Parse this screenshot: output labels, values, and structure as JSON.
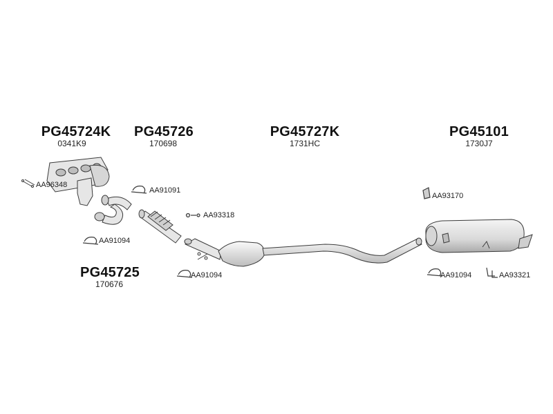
{
  "assemblies": [
    {
      "code": "PG45724K",
      "ref": "0341K9"
    },
    {
      "code": "PG45726",
      "ref": "170698"
    },
    {
      "code": "PG45727K",
      "ref": "1731HC"
    },
    {
      "code": "PG45101",
      "ref": "1730J7"
    },
    {
      "code": "PG45725",
      "ref": "170676"
    }
  ],
  "hardware": [
    {
      "code": "AA96348"
    },
    {
      "code": "AA91091"
    },
    {
      "code": "AA93318"
    },
    {
      "code": "AA91094"
    },
    {
      "code": "AA91094"
    },
    {
      "code": "AA93170"
    },
    {
      "code": "AA91094"
    },
    {
      "code": "AA93321"
    }
  ],
  "colors": {
    "line": "#3a3a3a",
    "part_fill": "#e6e6e6",
    "part_shade": "#bdbdbd",
    "text": "#111111"
  }
}
